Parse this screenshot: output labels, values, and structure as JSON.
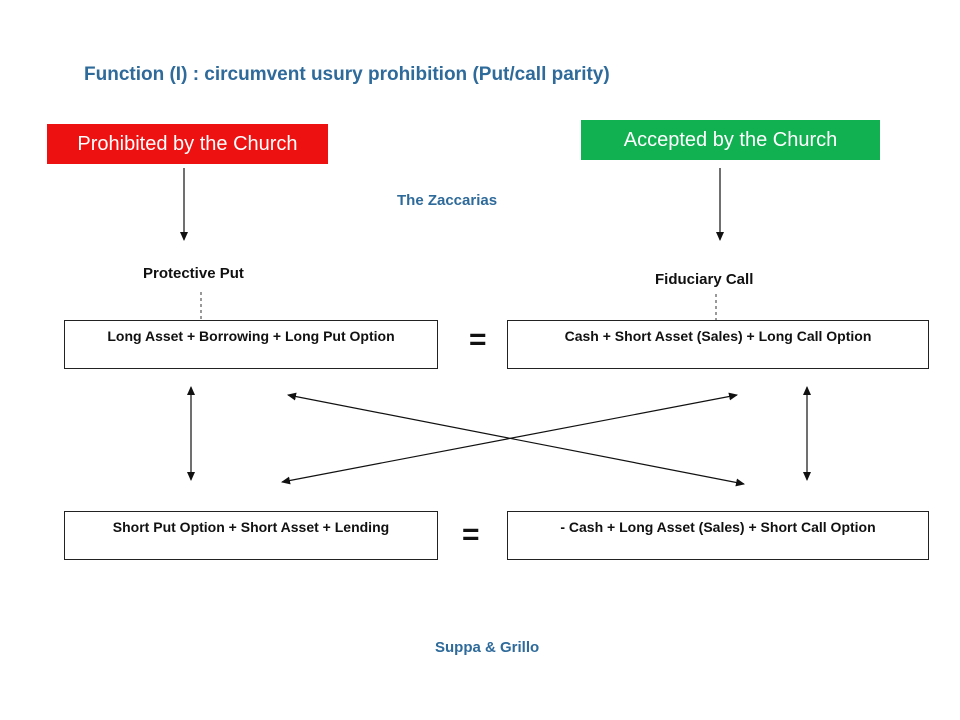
{
  "title": "Function (I) : circumvent usury prohibition (Put/call parity)",
  "prohibited": {
    "label": "Prohibited by the Church",
    "color": "#ee1111"
  },
  "accepted": {
    "label": "Accepted by the Church",
    "color": "#11b152"
  },
  "zaccarias": "The Zaccarias",
  "protective_put": "Protective Put",
  "fiduciary_call": "Fiduciary Call",
  "boxes": {
    "top_left": "Long Asset + Borrowing + Long Put Option",
    "top_right": "Cash + Short Asset  (Sales) + Long Call Option",
    "bottom_left": "Short Put Option + Short Asset + Lending",
    "bottom_right": "- Cash + Long Asset  (Sales) + Short Call Option"
  },
  "equals": {
    "top": "=",
    "bottom": "="
  },
  "footer": "Suppa &  Grillo"
}
